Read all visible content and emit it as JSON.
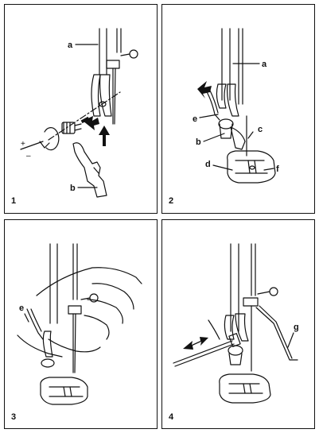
{
  "panels": [
    {
      "step": "1",
      "labels": {
        "a": "a",
        "b": "b"
      },
      "signs": {
        "plus": "+",
        "minus": "–"
      }
    },
    {
      "step": "2",
      "labels": {
        "a": "a",
        "b": "b",
        "c": "c",
        "d": "d",
        "e": "e",
        "f": "f"
      }
    },
    {
      "step": "3",
      "labels": {
        "e": "e"
      }
    },
    {
      "step": "4",
      "labels": {
        "g": "g"
      }
    }
  ]
}
